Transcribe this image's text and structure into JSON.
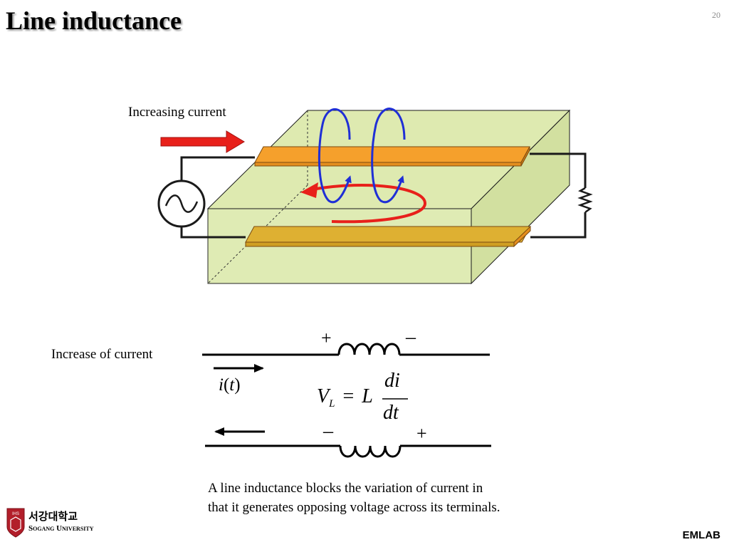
{
  "slide": {
    "title": "Line inductance",
    "page_number": "20",
    "footer_lab": "EMLAB"
  },
  "logo": {
    "korean": "서강대학교",
    "english": "Sogang University",
    "crest_text": "IHS"
  },
  "diagram_top": {
    "arrow_label": "Increasing current"
  },
  "diagram_bottom": {
    "side_label": "Increase of current",
    "top_plus": "+",
    "top_minus": "–",
    "bottom_minus": "–",
    "bottom_plus": "+",
    "current_i": "i",
    "current_t": "t",
    "eq_V": "V",
    "eq_sub": "L",
    "eq_eq": "=",
    "eq_L": "L",
    "eq_num": "di",
    "eq_den": "dt"
  },
  "caption": {
    "line1": "A line inductance blocks the variation of current in",
    "line2": "that it generates opposing voltage across its terminals."
  },
  "colors": {
    "block_face": "#deeab0",
    "block_edge": "#1a1a1a",
    "strip_orange": "#f5a02c",
    "strip_gold": "#deb032",
    "field_blue": "#1f2fd6",
    "loop_red": "#e8201a",
    "arrow_red": "#e8201a"
  }
}
